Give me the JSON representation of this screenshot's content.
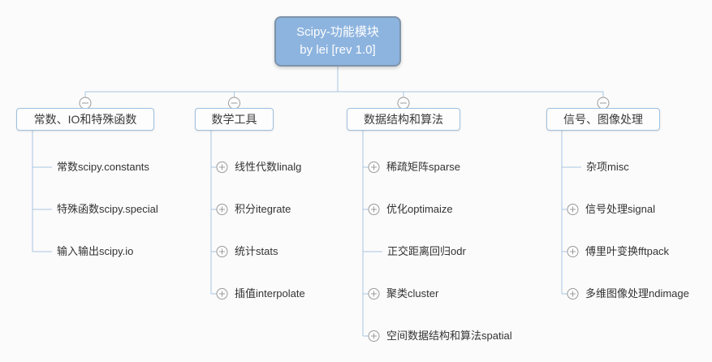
{
  "root": {
    "title": "Scipy-功能模块",
    "subtitle": "by lei [rev 1.0]"
  },
  "colors": {
    "background": "#fbfbfb",
    "root_fill": "#8db4df",
    "root_border": "#7d94aa",
    "root_text": "#fefefe",
    "branch_fill": "#fdfdfd",
    "branch_border": "#9fc0dd",
    "connector": "#a9c6e0",
    "toggle_stroke": "#999999",
    "leaf_text": "#333333"
  },
  "branches": [
    {
      "label": "常数、IO和特殊函数",
      "toggle": "minus",
      "children": [
        {
          "label": "常数scipy.constants",
          "toggle": "none"
        },
        {
          "label": "特殊函数scipy.special",
          "toggle": "none"
        },
        {
          "label": "输入输出scipy.io",
          "toggle": "none"
        }
      ]
    },
    {
      "label": "数学工具",
      "toggle": "minus",
      "children": [
        {
          "label": "线性代数linalg",
          "toggle": "plus"
        },
        {
          "label": "积分itegrate",
          "toggle": "plus"
        },
        {
          "label": "统计stats",
          "toggle": "plus"
        },
        {
          "label": "插值interpolate",
          "toggle": "plus"
        }
      ]
    },
    {
      "label": "数据结构和算法",
      "toggle": "minus",
      "children": [
        {
          "label": "稀疏矩阵sparse",
          "toggle": "plus"
        },
        {
          "label": "优化optimaize",
          "toggle": "plus"
        },
        {
          "label": "正交距离回归odr",
          "toggle": "none"
        },
        {
          "label": "聚类cluster",
          "toggle": "plus"
        },
        {
          "label": "空间数据结构和算法spatial",
          "toggle": "plus"
        }
      ]
    },
    {
      "label": "信号、图像处理",
      "toggle": "minus",
      "children": [
        {
          "label": "杂项misc",
          "toggle": "none"
        },
        {
          "label": "信号处理signal",
          "toggle": "plus"
        },
        {
          "label": "傅里叶变换fftpack",
          "toggle": "plus"
        },
        {
          "label": "多维图像处理ndimage",
          "toggle": "plus"
        }
      ]
    }
  ]
}
